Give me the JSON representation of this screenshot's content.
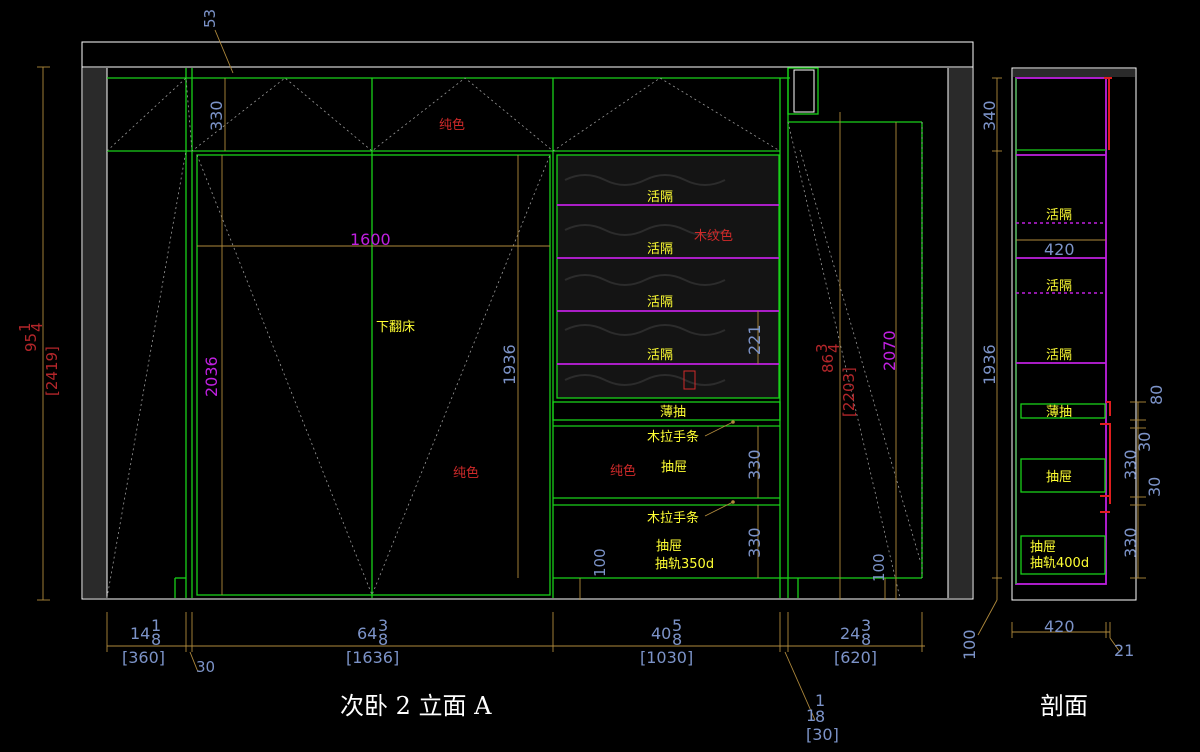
{
  "title_elevation": "次卧 2 立面 A",
  "title_section": "剖面",
  "labels": {
    "solid_color_top": "纯色",
    "solid_color_bed": "纯色",
    "solid_color_drawer": "纯色",
    "wood_grain": "木纹色",
    "fold_bed": "下翻床",
    "shelf": "活隔",
    "thin_drawer": "薄抽",
    "wood_pull": "木拉手条",
    "drawer": "抽屉",
    "rail_350": "抽轨350d",
    "rail_400": "抽轨400d"
  },
  "dims": {
    "d53": "53",
    "d330": "330",
    "d1600": "1600",
    "d2036": "2036",
    "d1936": "1936",
    "d221": "221",
    "d2070": "2070",
    "d100": "100",
    "d340": "340",
    "d420": "420",
    "d80": "80",
    "d30": "30",
    "d21": "21",
    "h_total_main": "95",
    "h_total_frac_n": "1",
    "h_total_frac_d": "4",
    "h_total_mm": "[2419]",
    "h_right_main": "86",
    "h_right_frac_n": "3",
    "h_right_frac_d": "4",
    "h_right_mm": "[2203]",
    "w1_main": "14",
    "w1_frac_n": "1",
    "w1_frac_d": "8",
    "w1_mm": "[360]",
    "w2_main": "64",
    "w2_frac_n": "3",
    "w2_frac_d": "8",
    "w2_mm": "[1636]",
    "w3_main": "40",
    "w3_frac_n": "5",
    "w3_frac_d": "8",
    "w3_mm": "[1030]",
    "w4_main": "24",
    "w4_frac_n": "3",
    "w4_frac_d": "8",
    "w4_mm": "[620]",
    "wg_main": "1",
    "wg_frac_n": "1",
    "wg_frac_d": "8",
    "wg_mm": "[30]"
  }
}
